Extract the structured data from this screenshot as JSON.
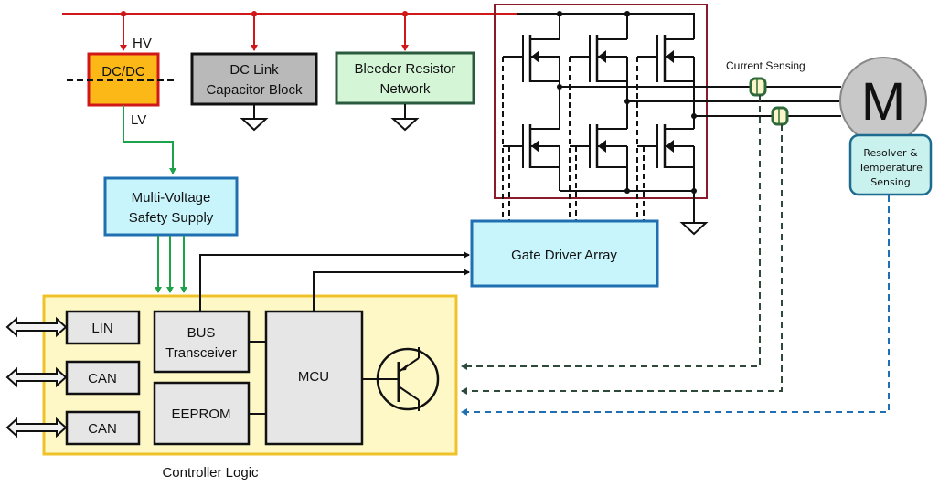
{
  "diagram": {
    "title": "Motor Inverter Controller Block Diagram",
    "colors": {
      "hv_bus": "#d01818",
      "lv_supply": "#1ea34a",
      "dcdc_fill": "#fbb817",
      "dcdc_border": "#d01818",
      "capacitor_fill": "#b9b9b9",
      "bleeder_fill": "#d4f6d7",
      "bleeder_border": "#2b5b3f",
      "supply_fill": "#c8f4fb",
      "supply_border": "#1f6fb2",
      "controller_fill": "#fdf8c6",
      "controller_border": "#f0c22a",
      "inverter_border": "#8b1a2a",
      "motor_fill": "#c8c8c8",
      "resolver_fill": "#c9f1ee",
      "resolver_border": "#1d6b8f",
      "sensor_fill": "#fbf6c8",
      "sensor_border": "#2e6a3a",
      "feedback_green": "#2f4a3a",
      "feedback_blue": "#1f6fb2"
    },
    "labels": {
      "hv": "HV",
      "lv": "LV",
      "dcdc": "DC/DC",
      "dc_link_line1": "DC Link",
      "dc_link_line2": "Capacitor Block",
      "bleeder_line1": "Bleeder Resistor",
      "bleeder_line2": "Network",
      "supply_line1": "Multi-Voltage",
      "supply_line2": "Safety Supply",
      "gate_driver": "Gate Driver Array",
      "current_sensing": "Current Sensing",
      "motor": "M",
      "resolver_line1": "Resolver &",
      "resolver_line2": "Temperature",
      "resolver_line3": "Sensing",
      "lin": "LIN",
      "can1": "CAN",
      "can2": "CAN",
      "bus_line1": "BUS",
      "bus_line2": "Transceiver",
      "eeprom": "EEPROM",
      "mcu": "MCU",
      "controller": "Controller Logic"
    }
  }
}
